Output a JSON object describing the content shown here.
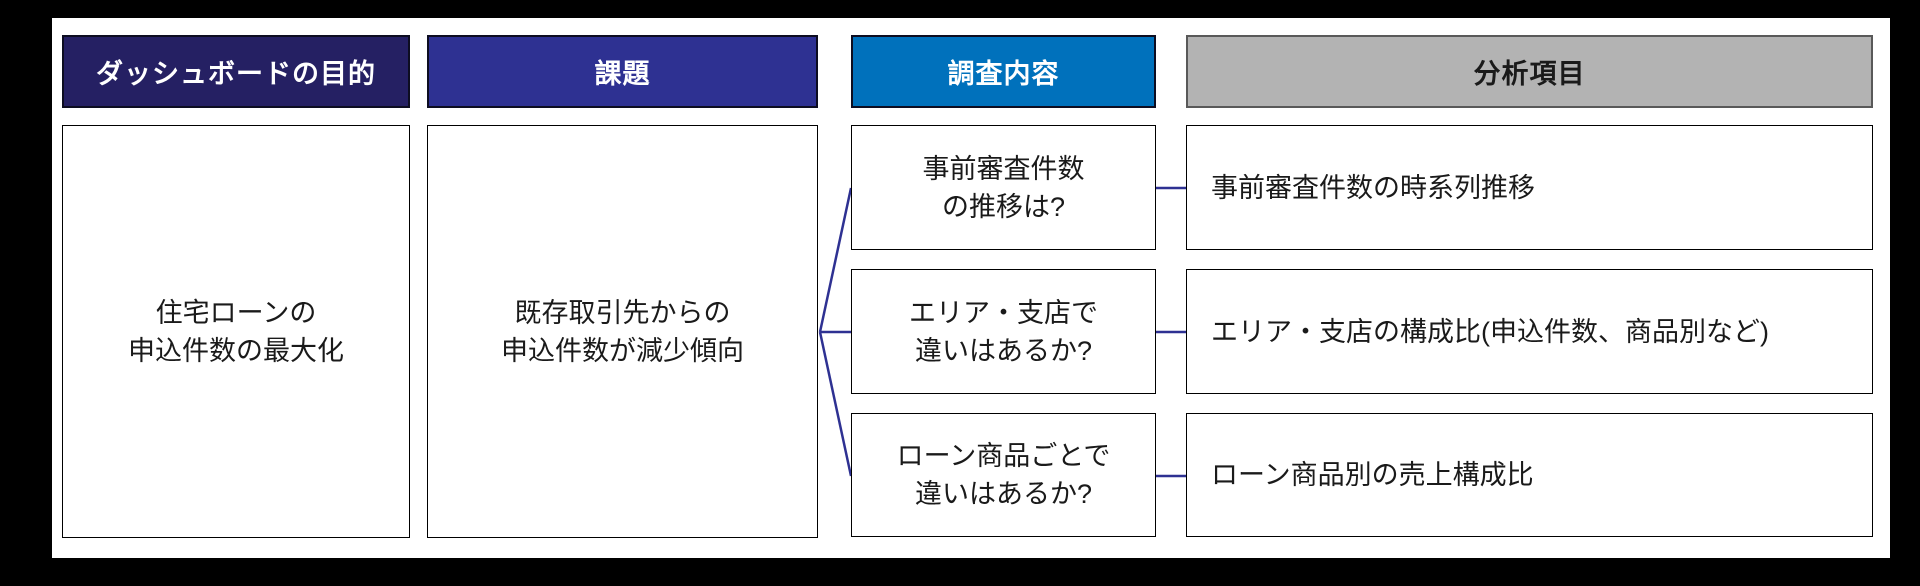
{
  "diagram_title": "dashboard-planning-flow",
  "colors": {
    "frame_bg": "#000000",
    "canvas_bg": "#ffffff",
    "header_purpose_bg": "#252063",
    "header_issue_bg": "#2e3192",
    "header_survey_bg": "#0071bc",
    "header_analysis_bg": "#b3b3b3",
    "header_light_text": "#ffffff",
    "header_dark_text": "#1a1a1a",
    "box_border": "#000000",
    "connector": "#2e3192"
  },
  "columns": {
    "purpose": {
      "header": "ダッシュボードの目的",
      "body": {
        "line1": "住宅ローンの",
        "line2": "申込件数の最大化"
      }
    },
    "issue": {
      "header": "課題",
      "body": {
        "line1": "既存取引先からの",
        "line2": "申込件数が減少傾向"
      }
    },
    "survey": {
      "header": "調査内容",
      "items": [
        {
          "line1": "事前審査件数",
          "line2": "の推移は?"
        },
        {
          "line1": "エリア・支店で",
          "line2": "違いはあるか?"
        },
        {
          "line1": "ローン商品ごとで",
          "line2": "違いはあるか?"
        }
      ]
    },
    "analysis": {
      "header": "分析項目",
      "items": [
        {
          "line1": "事前審査件数の時系列推移"
        },
        {
          "line1": "エリア・支店の構成比(申込件数、商品別など)"
        },
        {
          "line1": "ローン商品別の売上構成比"
        }
      ]
    }
  }
}
